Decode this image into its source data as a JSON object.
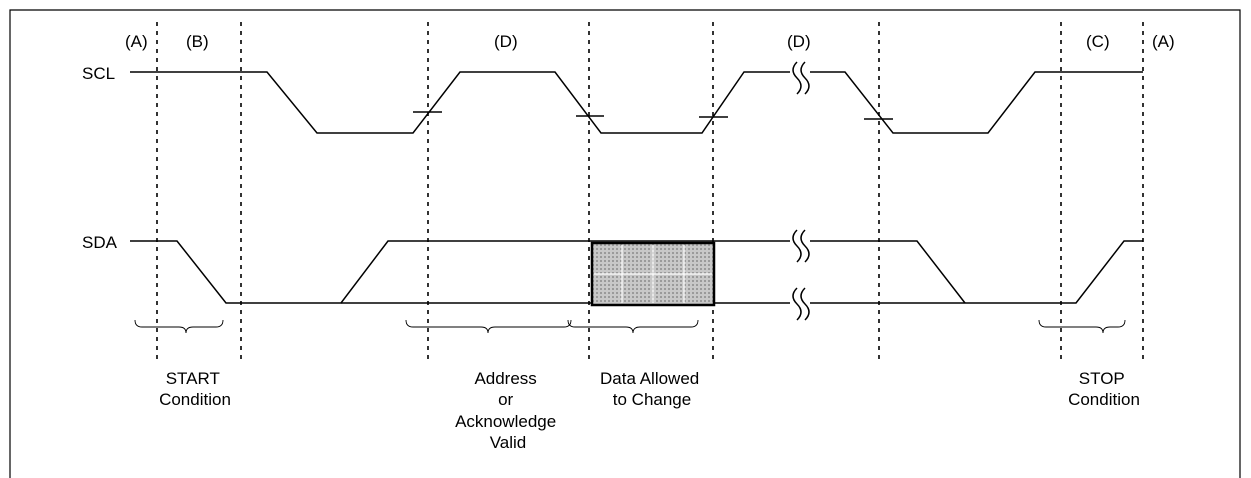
{
  "signals": {
    "scl": "SCL",
    "sda": "SDA"
  },
  "markers": {
    "a_left": "(A)",
    "b": "(B)",
    "d_first": "(D)",
    "d_second": "(D)",
    "c": "(C)",
    "a_right": "(A)"
  },
  "labels": {
    "start": [
      "START",
      "Condition"
    ],
    "address": [
      "Address",
      "or",
      "Acknowledge",
      "Valid"
    ],
    "data_change": [
      "Data Allowed",
      "to Change"
    ],
    "stop": [
      "STOP",
      "Condition"
    ]
  },
  "colors": {
    "line": "#000000",
    "hatch_fill": "#c8c8c8",
    "hatch_grid": "#ffffff",
    "background": "#ffffff"
  }
}
